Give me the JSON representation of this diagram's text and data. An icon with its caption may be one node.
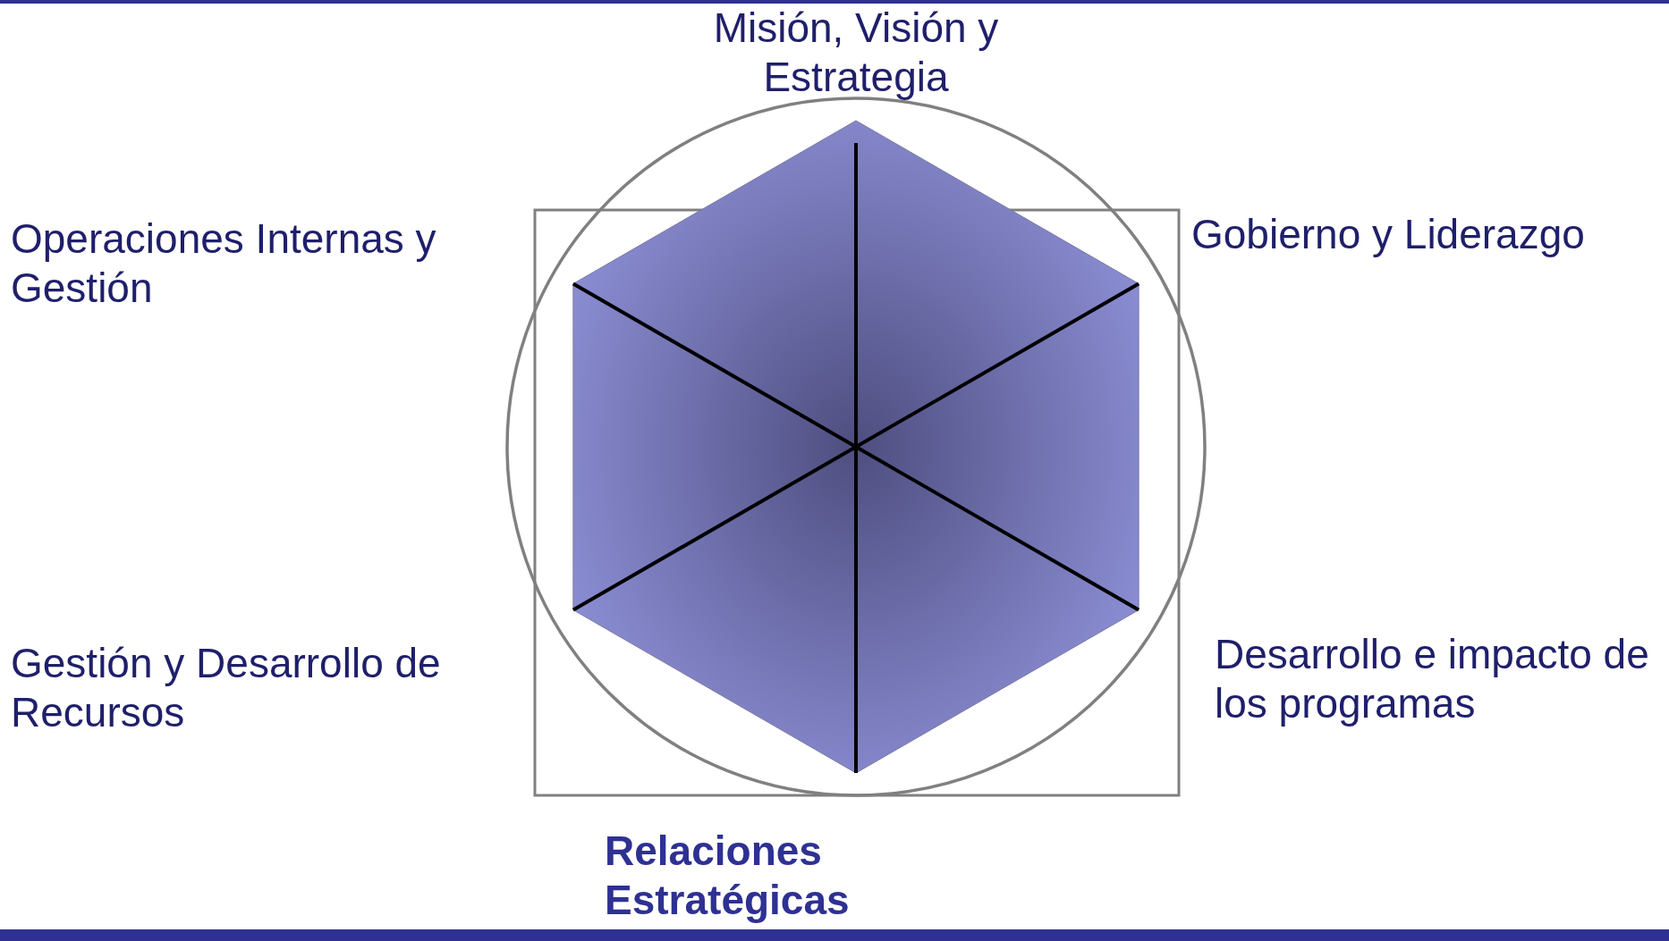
{
  "diagram": {
    "labels": [
      "Misión, Visión y Estrategia",
      "Operaciones Internas y Gestión",
      "Gobierno y Liderazgo",
      "Gestión y Desarrollo de Recursos",
      "Desarrollo e impacto de los programas",
      "Relaciones Estratégicas"
    ]
  }
}
